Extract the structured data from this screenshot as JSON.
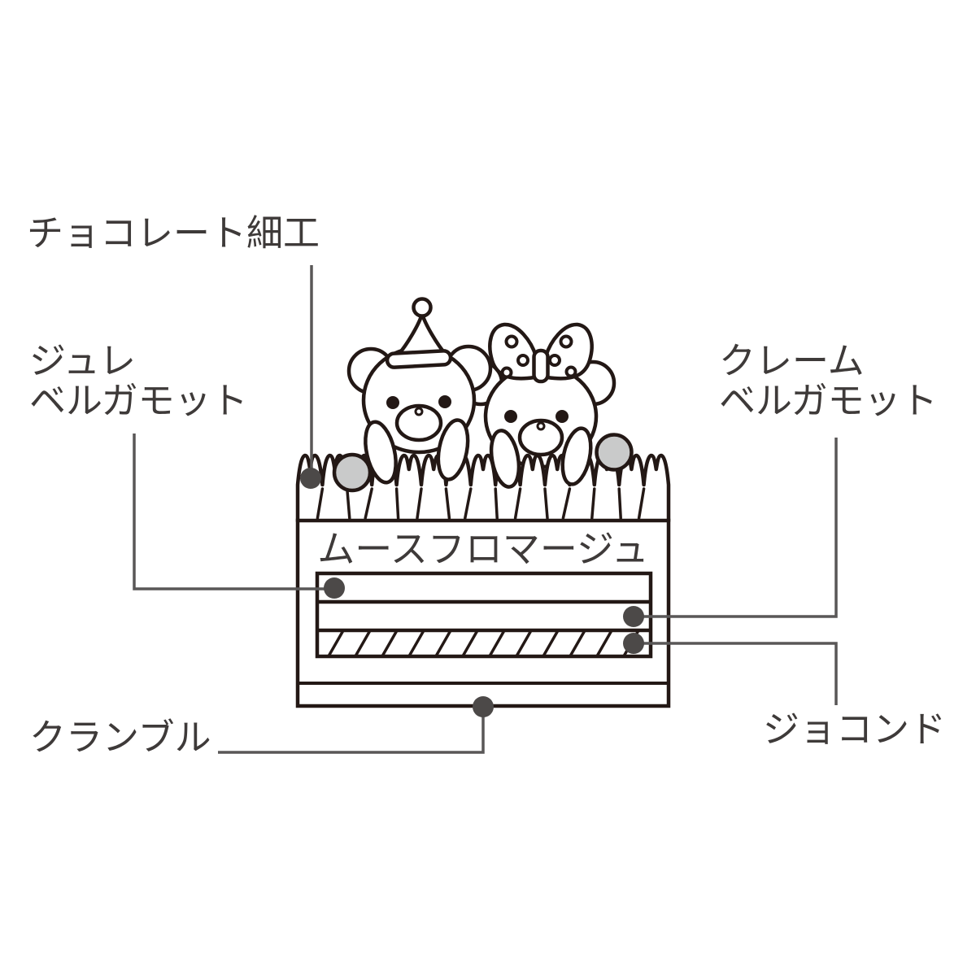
{
  "diagram": {
    "labels": {
      "chocolate_work": {
        "text": "チョコレート細工"
      },
      "jelly": {
        "line1": "ジュレ",
        "line2": "ベルガモット"
      },
      "cream": {
        "line1": "クレーム",
        "line2": "ベルガモット"
      },
      "mousse": {
        "text": "ムースフロマージュ"
      },
      "crumble": {
        "text": "クランブル"
      },
      "joconde": {
        "text": "ジョコンド"
      }
    },
    "colors": {
      "outline": "#231815",
      "leader_line": "#595757",
      "marker_dot": "#4c4948",
      "berry_fill": "#c9caca",
      "label_text": "#3e3a39",
      "background": "#ffffff"
    }
  }
}
